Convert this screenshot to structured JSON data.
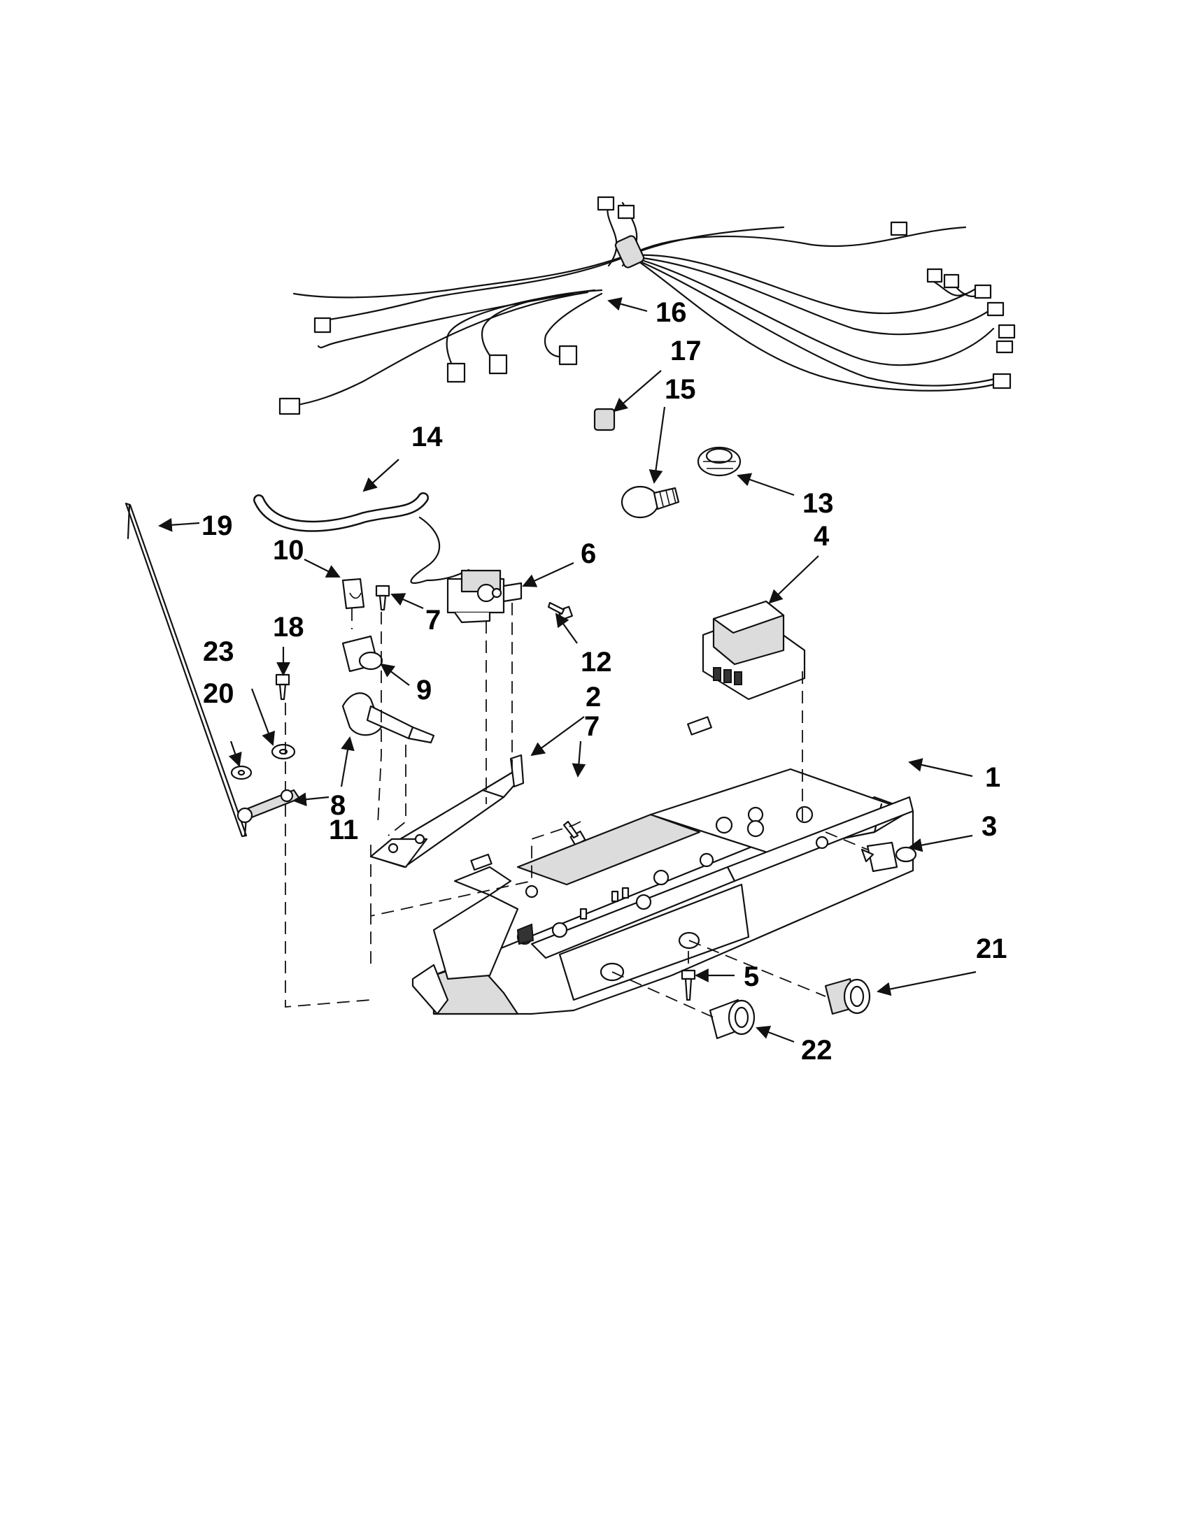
{
  "callouts": {
    "c1": "1",
    "c2": "2",
    "c3": "3",
    "c4": "4",
    "c5": "5",
    "c6": "6",
    "c7a": "7",
    "c7b": "7",
    "c8": "8",
    "c9": "9",
    "c10": "10",
    "c11": "11",
    "c12": "12",
    "c13": "13",
    "c14": "14",
    "c15": "15",
    "c16": "16",
    "c17": "17",
    "c18": "18",
    "c19": "19",
    "c20": "20",
    "c21": "21",
    "c22": "22",
    "c23": "23"
  }
}
